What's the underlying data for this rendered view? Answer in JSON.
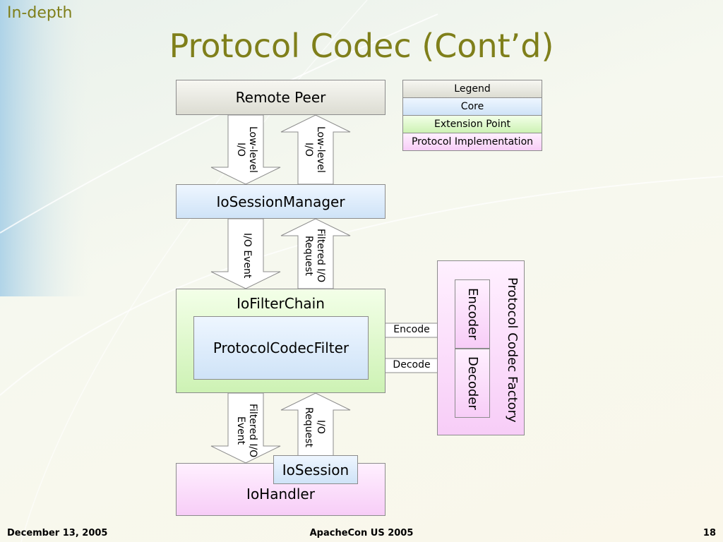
{
  "section_label": "In-depth",
  "title": "Protocol Codec (Cont’d)",
  "legend": {
    "header": "Legend",
    "items": [
      "Core",
      "Extension Point",
      "Protocol Implementation"
    ]
  },
  "boxes": {
    "remote_peer": "Remote Peer",
    "io_session_manager": "IoSessionManager",
    "io_filter_chain": "IoFilterChain",
    "protocol_codec_filter": "ProtocolCodecFilter",
    "io_handler": "IoHandler",
    "io_session": "IoSession",
    "protocol_codec_factory": "Protocol Codec Factory",
    "encoder": "Encoder",
    "decoder": "Decoder"
  },
  "arrows": {
    "down_1": "Low-level\nI/O",
    "up_1": "Low-level\nI/O",
    "down_2": "I/O Event",
    "up_2": "Filtered I/O\nRequest",
    "down_3": "Filtered I/O\nEvent",
    "up_3": "I/O\nRequest",
    "encode": "Encode",
    "decode": "Decode"
  },
  "footer": {
    "date": "December 13, 2005",
    "event": "ApacheCon US 2005",
    "page": "18"
  }
}
